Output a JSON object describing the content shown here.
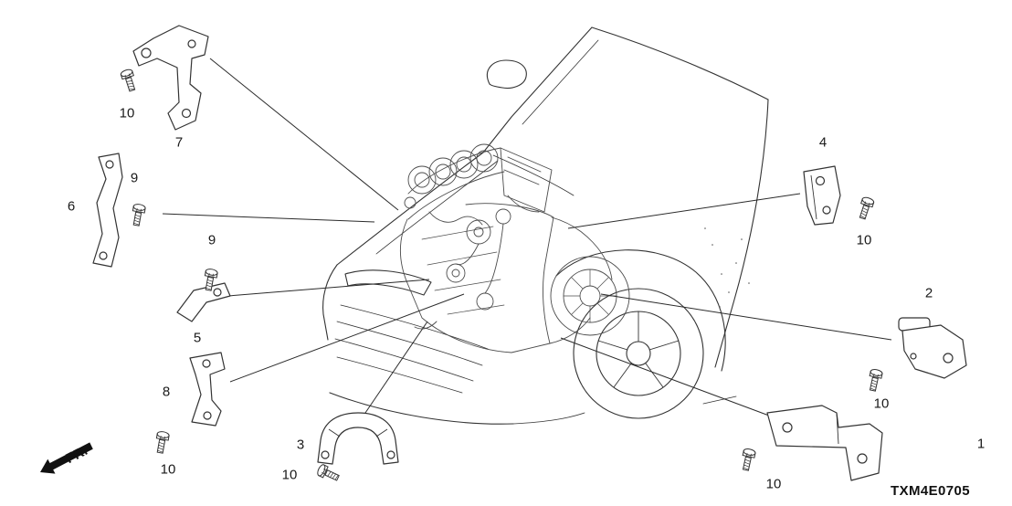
{
  "diagram": {
    "code": "TXM4E0705",
    "front_label": "FR.",
    "description": "Engine wire harness stay bracket parts diagram"
  },
  "callouts": [
    {
      "part": "bolt",
      "label": "10"
    },
    {
      "part": "bracket",
      "label": "7"
    },
    {
      "part": "bracket",
      "label": "6"
    },
    {
      "part": "bolt",
      "label": "9"
    },
    {
      "part": "bolt",
      "label": "9"
    },
    {
      "part": "bracket",
      "label": "5"
    },
    {
      "part": "bracket",
      "label": "8"
    },
    {
      "part": "bolt",
      "label": "10"
    },
    {
      "part": "bracket",
      "label": "3"
    },
    {
      "part": "bolt",
      "label": "10"
    },
    {
      "part": "bracket",
      "label": "4"
    },
    {
      "part": "bolt",
      "label": "10"
    },
    {
      "part": "bracket",
      "label": "2"
    },
    {
      "part": "bolt",
      "label": "10"
    },
    {
      "part": "bracket",
      "label": "1"
    },
    {
      "part": "bolt",
      "label": "10"
    }
  ],
  "colors": {
    "line": "#333333",
    "detail_line": "#4b4b4b",
    "text": "#1a1a1a",
    "background": "#ffffff"
  }
}
